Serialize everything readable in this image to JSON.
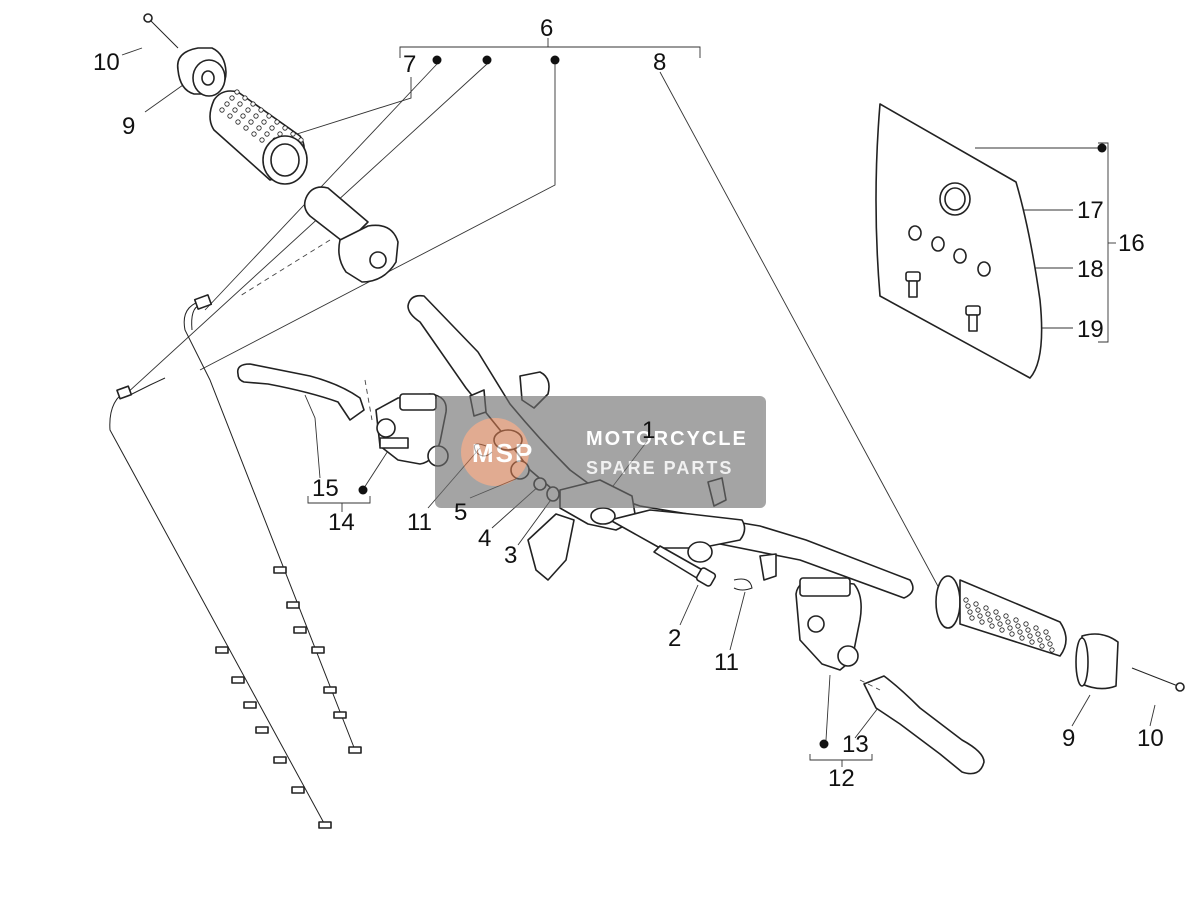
{
  "callouts": {
    "c1": "1",
    "c2": "2",
    "c3": "3",
    "c4": "4",
    "c5": "5",
    "c6": "6",
    "c7": "7",
    "c8": "8",
    "c9a": "9",
    "c9b": "9",
    "c10a": "10",
    "c10b": "10",
    "c11a": "11",
    "c11b": "11",
    "c12": "12",
    "c13": "13",
    "c14": "14",
    "c15": "15",
    "c16": "16",
    "c17": "17",
    "c18": "18",
    "c19": "19"
  },
  "watermark": {
    "logo": "MSP",
    "line1": "MOTORCYCLE",
    "line2": "SPARE PARTS",
    "accent_color": "#e07a4a",
    "box_color": "#6e6e6e"
  }
}
